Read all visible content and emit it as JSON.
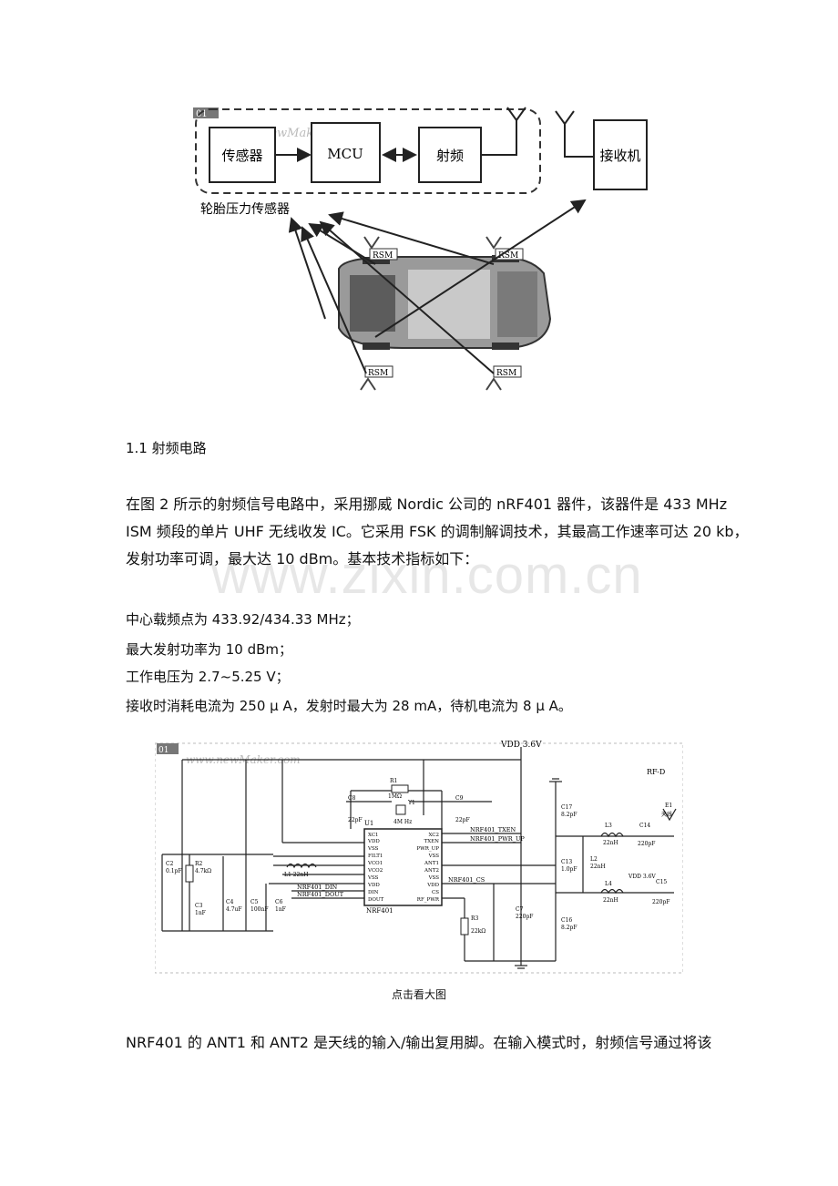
{
  "figure1": {
    "badge": "01",
    "logo_watermark": "www.newMaker.com",
    "blocks": {
      "sensor": "传感器",
      "mcu": "MCU",
      "rf": "射频",
      "receiver": "接收机"
    },
    "group_label": "轮胎压力传感器",
    "rsm_label": "RSM"
  },
  "section": {
    "heading": "1.1  射频电路",
    "paragraph_lines": [
      "在图 2 所示的射频信号电路中，采用挪威 Nordic 公司的 nRF401 器件，该器件是 433 MHz",
      "ISM 频段的单片 UHF 无线收发 IC。它采用 FSK 的调制解调技术，其最高工作速率可达 20 kb，",
      "发射功率可调，最大达 10 dBm。基本技术指标如下："
    ],
    "specs": [
      "中心载频点为 433.92/434.33 MHz；",
      "最大发射功率为 10 dBm；",
      "工作电压为 2.7~5.25 V；",
      "接收时消耗电流为 250   μ A，发射时最大为 28 mA，待机电流为 8   μ A。"
    ],
    "watermark": "www.zixin.com.cn"
  },
  "figure2": {
    "badge": "01",
    "logo_watermark": "www.newMaker.com",
    "vdd_top": "VDD 3.6V",
    "rf_tag": "RF-D",
    "chip_name": "NRF401",
    "chip_pins_left": [
      "XC1",
      "VDD",
      "VSS",
      "FILT1",
      "VCO1",
      "VCO2",
      "VSS",
      "VDD",
      "DIN",
      "DOUT"
    ],
    "chip_pins_right": [
      "XC2",
      "TXEN",
      "PWR_UP",
      "VSS",
      "ANT1",
      "ANT2",
      "VSS",
      "VDD",
      "CS",
      "RF_PWR"
    ],
    "net_labels": [
      "NRF401_TXEN",
      "NRF401_PWR_UP",
      "NRF401_CS",
      "NRF401_DIN",
      "NRF401_DOUT"
    ],
    "components": {
      "r1": "R1",
      "r1_val": "1MΩ",
      "y1": "Y1",
      "y1_val": "4M Hz",
      "c8": "C8",
      "c8_val": "22pF",
      "c9": "C9",
      "c9_val": "22pF",
      "l1": "L1 22nH",
      "c2": "C2",
      "c2_val": "0.1pF",
      "r2": "R2",
      "r2_val": "4.7kΩ",
      "c3": "C3",
      "c3_val": "1nF",
      "c4": "C4",
      "c4_val": "4.7uF",
      "c5": "C5",
      "c5_val": "100nF",
      "c6": "C6",
      "c6_val": "1nF",
      "r3": "R3",
      "r3_val": "22kΩ",
      "c7": "C7",
      "c7_val": "220pF",
      "c17": "C17",
      "c17_val": "8.2pF",
      "c13": "C13",
      "c13_val": "1.0pF",
      "c16": "C16",
      "c16_val": "8.2pF",
      "l2": "L2",
      "l2_val": "22nH",
      "l3": "L3",
      "l3_val": "22nH",
      "l4": "L4",
      "l4_val": "22nH",
      "c14": "C14",
      "c14_val": "220pF",
      "c15": "C15",
      "c15_val": "220pF",
      "antenna": "E1",
      "antenna_label": "天线",
      "vdd_mid": "VDD 3.6V"
    }
  },
  "caption": "点击看大图",
  "bottom_line": "NRF401 的 ANT1 和 ANT2 是天线的输入/输出复用脚。在输入模式时，射频信号通过将该"
}
